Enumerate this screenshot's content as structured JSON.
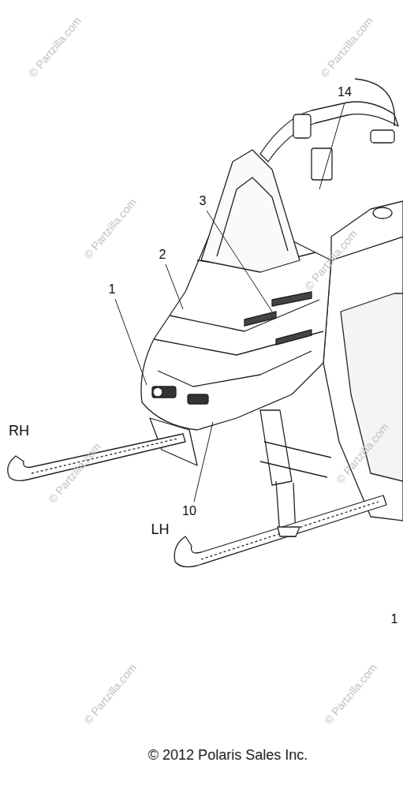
{
  "diagram": {
    "caption": "© 2012 Polaris Sales Inc.",
    "labels": [
      "14",
      "3",
      "2",
      "1",
      "RH",
      "10",
      "LH",
      "1",
      "© Partzilla.com",
      "© Partzilla.com",
      "© Partzilla.com",
      "© Partzilla.com",
      "© Partzilla.com",
      "© Partzilla.com",
      "© Partzilla.com",
      "© Partzilla.com"
    ]
  }
}
